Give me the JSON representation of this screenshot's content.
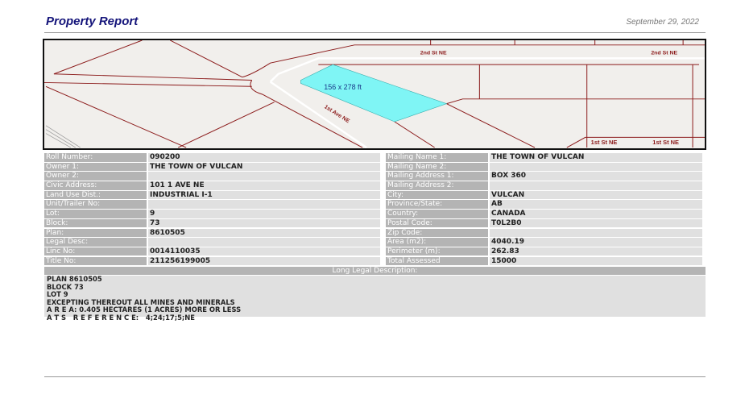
{
  "header": {
    "title": "Property Report",
    "date": "September 29, 2022"
  },
  "map": {
    "lot_dimensions": "156 x 278 ft",
    "streets": [
      "2nd St NE",
      "2nd St NE",
      "1st Ave NE",
      "1st St NE",
      "1st St NE"
    ],
    "colors": {
      "parcel_highlight": "#7ff5f5",
      "parcel_lines": "#8b1a1a",
      "background": "#f1efec"
    }
  },
  "left_fields": [
    {
      "label": "Roll Number:",
      "value": "090200"
    },
    {
      "label": "Owner 1:",
      "value": "THE TOWN OF VULCAN"
    },
    {
      "label": "Owner 2:",
      "value": ""
    },
    {
      "label": "Civic Address:",
      "value": "101 1 AVE NE"
    },
    {
      "label": "Land Use Dist.:",
      "value": "INDUSTRIAL I-1"
    },
    {
      "label": "Unit/Trailer No:",
      "value": ""
    },
    {
      "label": "Lot:",
      "value": "9"
    },
    {
      "label": "Block:",
      "value": "73"
    },
    {
      "label": "Plan:",
      "value": "8610505"
    },
    {
      "label": "Legal Desc:",
      "value": ""
    },
    {
      "label": "Linc No:",
      "value": "0014110035"
    },
    {
      "label": "Title No:",
      "value": "211256199005"
    }
  ],
  "right_fields": [
    {
      "label": "Mailing Name 1:",
      "value": "THE TOWN OF VULCAN"
    },
    {
      "label": "Mailing Name 2:",
      "value": ""
    },
    {
      "label": "Mailing Address 1:",
      "value": "BOX 360"
    },
    {
      "label": "Mailing Address 2:",
      "value": ""
    },
    {
      "label": "City:",
      "value": "VULCAN"
    },
    {
      "label": "Province/State:",
      "value": "AB"
    },
    {
      "label": "Country:",
      "value": "CANADA"
    },
    {
      "label": "Postal Code:",
      "value": "T0L2B0"
    },
    {
      "label": "Zip Code:",
      "value": ""
    },
    {
      "label": "Area (m2):",
      "value": "4040.19"
    },
    {
      "label": "Perimeter (m):",
      "value": "262.83"
    },
    {
      "label": "Total Assessed",
      "value": "15000"
    }
  ],
  "long_legal": {
    "heading": "Long Legal Description:",
    "lines": [
      "PLAN 8610505",
      "BLOCK 73",
      "LOT 9",
      "EXCEPTING THEREOUT ALL MINES AND MINERALS",
      "A R E A: 0.405 HECTARES (1 ACRES) MORE OR LESS",
      "A T S   R E F E R E N C E:   4;24;17;5;NE"
    ]
  }
}
